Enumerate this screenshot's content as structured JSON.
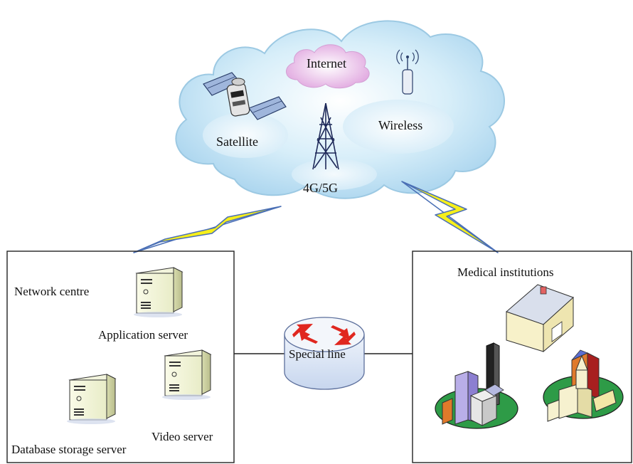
{
  "cloud": {
    "internet_label": "Internet",
    "satellite_label": "Satellite",
    "wireless_label": "Wireless",
    "cellular_label": "4G/5G",
    "cloud_color": "#cfe9f7",
    "cloud_outline": "#9cc9e3",
    "internet_color": "#e7b6e6"
  },
  "network_centre": {
    "title": "Network centre",
    "application_server_label": "Application server",
    "database_server_label": "Database storage server",
    "video_server_label": "Video server"
  },
  "router": {
    "label": "Special line",
    "arrow_color": "#e0271f"
  },
  "medical": {
    "title": "Medical institutions"
  },
  "links": {
    "lightning_color": "#f6ef1a",
    "lightning_outline": "#4a6fb5"
  }
}
